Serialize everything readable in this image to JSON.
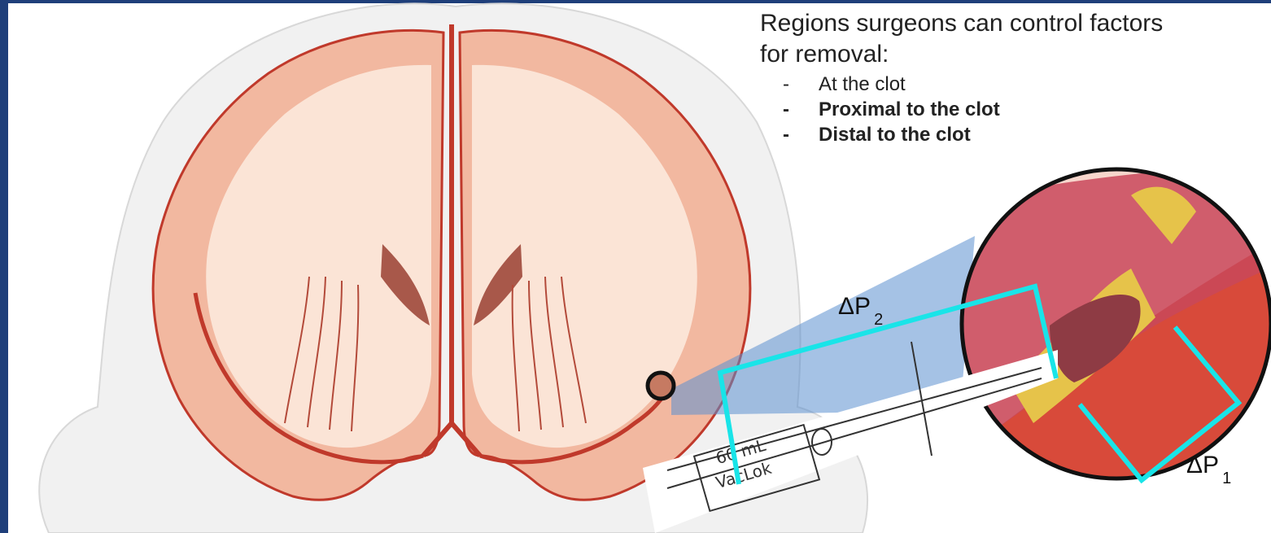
{
  "text": {
    "heading": "Regions surgeons can control factors for removal:",
    "bullets": [
      {
        "marker": "-",
        "label": "At the clot",
        "bold": false
      },
      {
        "marker": "-",
        "label": "Proximal to the clot",
        "bold": true
      },
      {
        "marker": "-",
        "label": "Distal to the clot",
        "bold": true
      }
    ]
  },
  "labels": {
    "delta_p2": {
      "symbol": "ΔP",
      "sub": "2"
    },
    "delta_p1": {
      "symbol": "ΔP",
      "sub": "1"
    }
  },
  "syringe": {
    "line1": "60 mL",
    "line2": "VacLok"
  },
  "colors": {
    "frame": "#1f3f7a",
    "cyan": "#19e4e8",
    "artery": "#c0392b",
    "brain_tissue": "#f2b8a0",
    "white_matter": "#fbe4d6",
    "zoom_beam": "#5b8fd0"
  }
}
